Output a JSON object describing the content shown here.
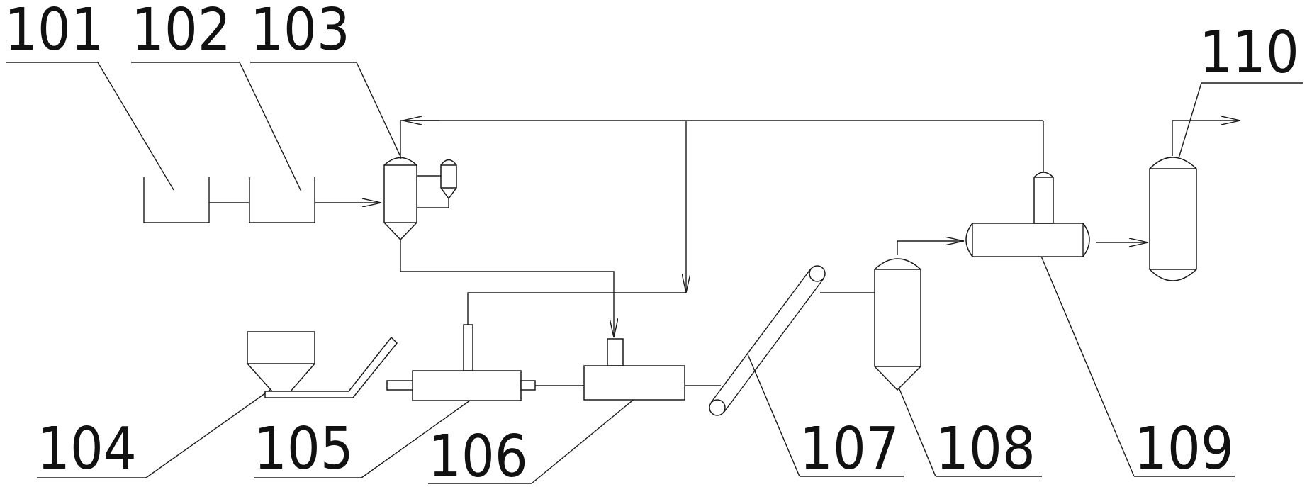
{
  "diagram": {
    "labels": {
      "l101": "101",
      "l102": "102",
      "l103": "103",
      "l104": "104",
      "l105": "105",
      "l106": "106",
      "l107": "107",
      "l108": "108",
      "l109": "109",
      "l110": "110"
    },
    "colors": {
      "ink": "#1a1a1a",
      "background": "#ffffff"
    }
  }
}
